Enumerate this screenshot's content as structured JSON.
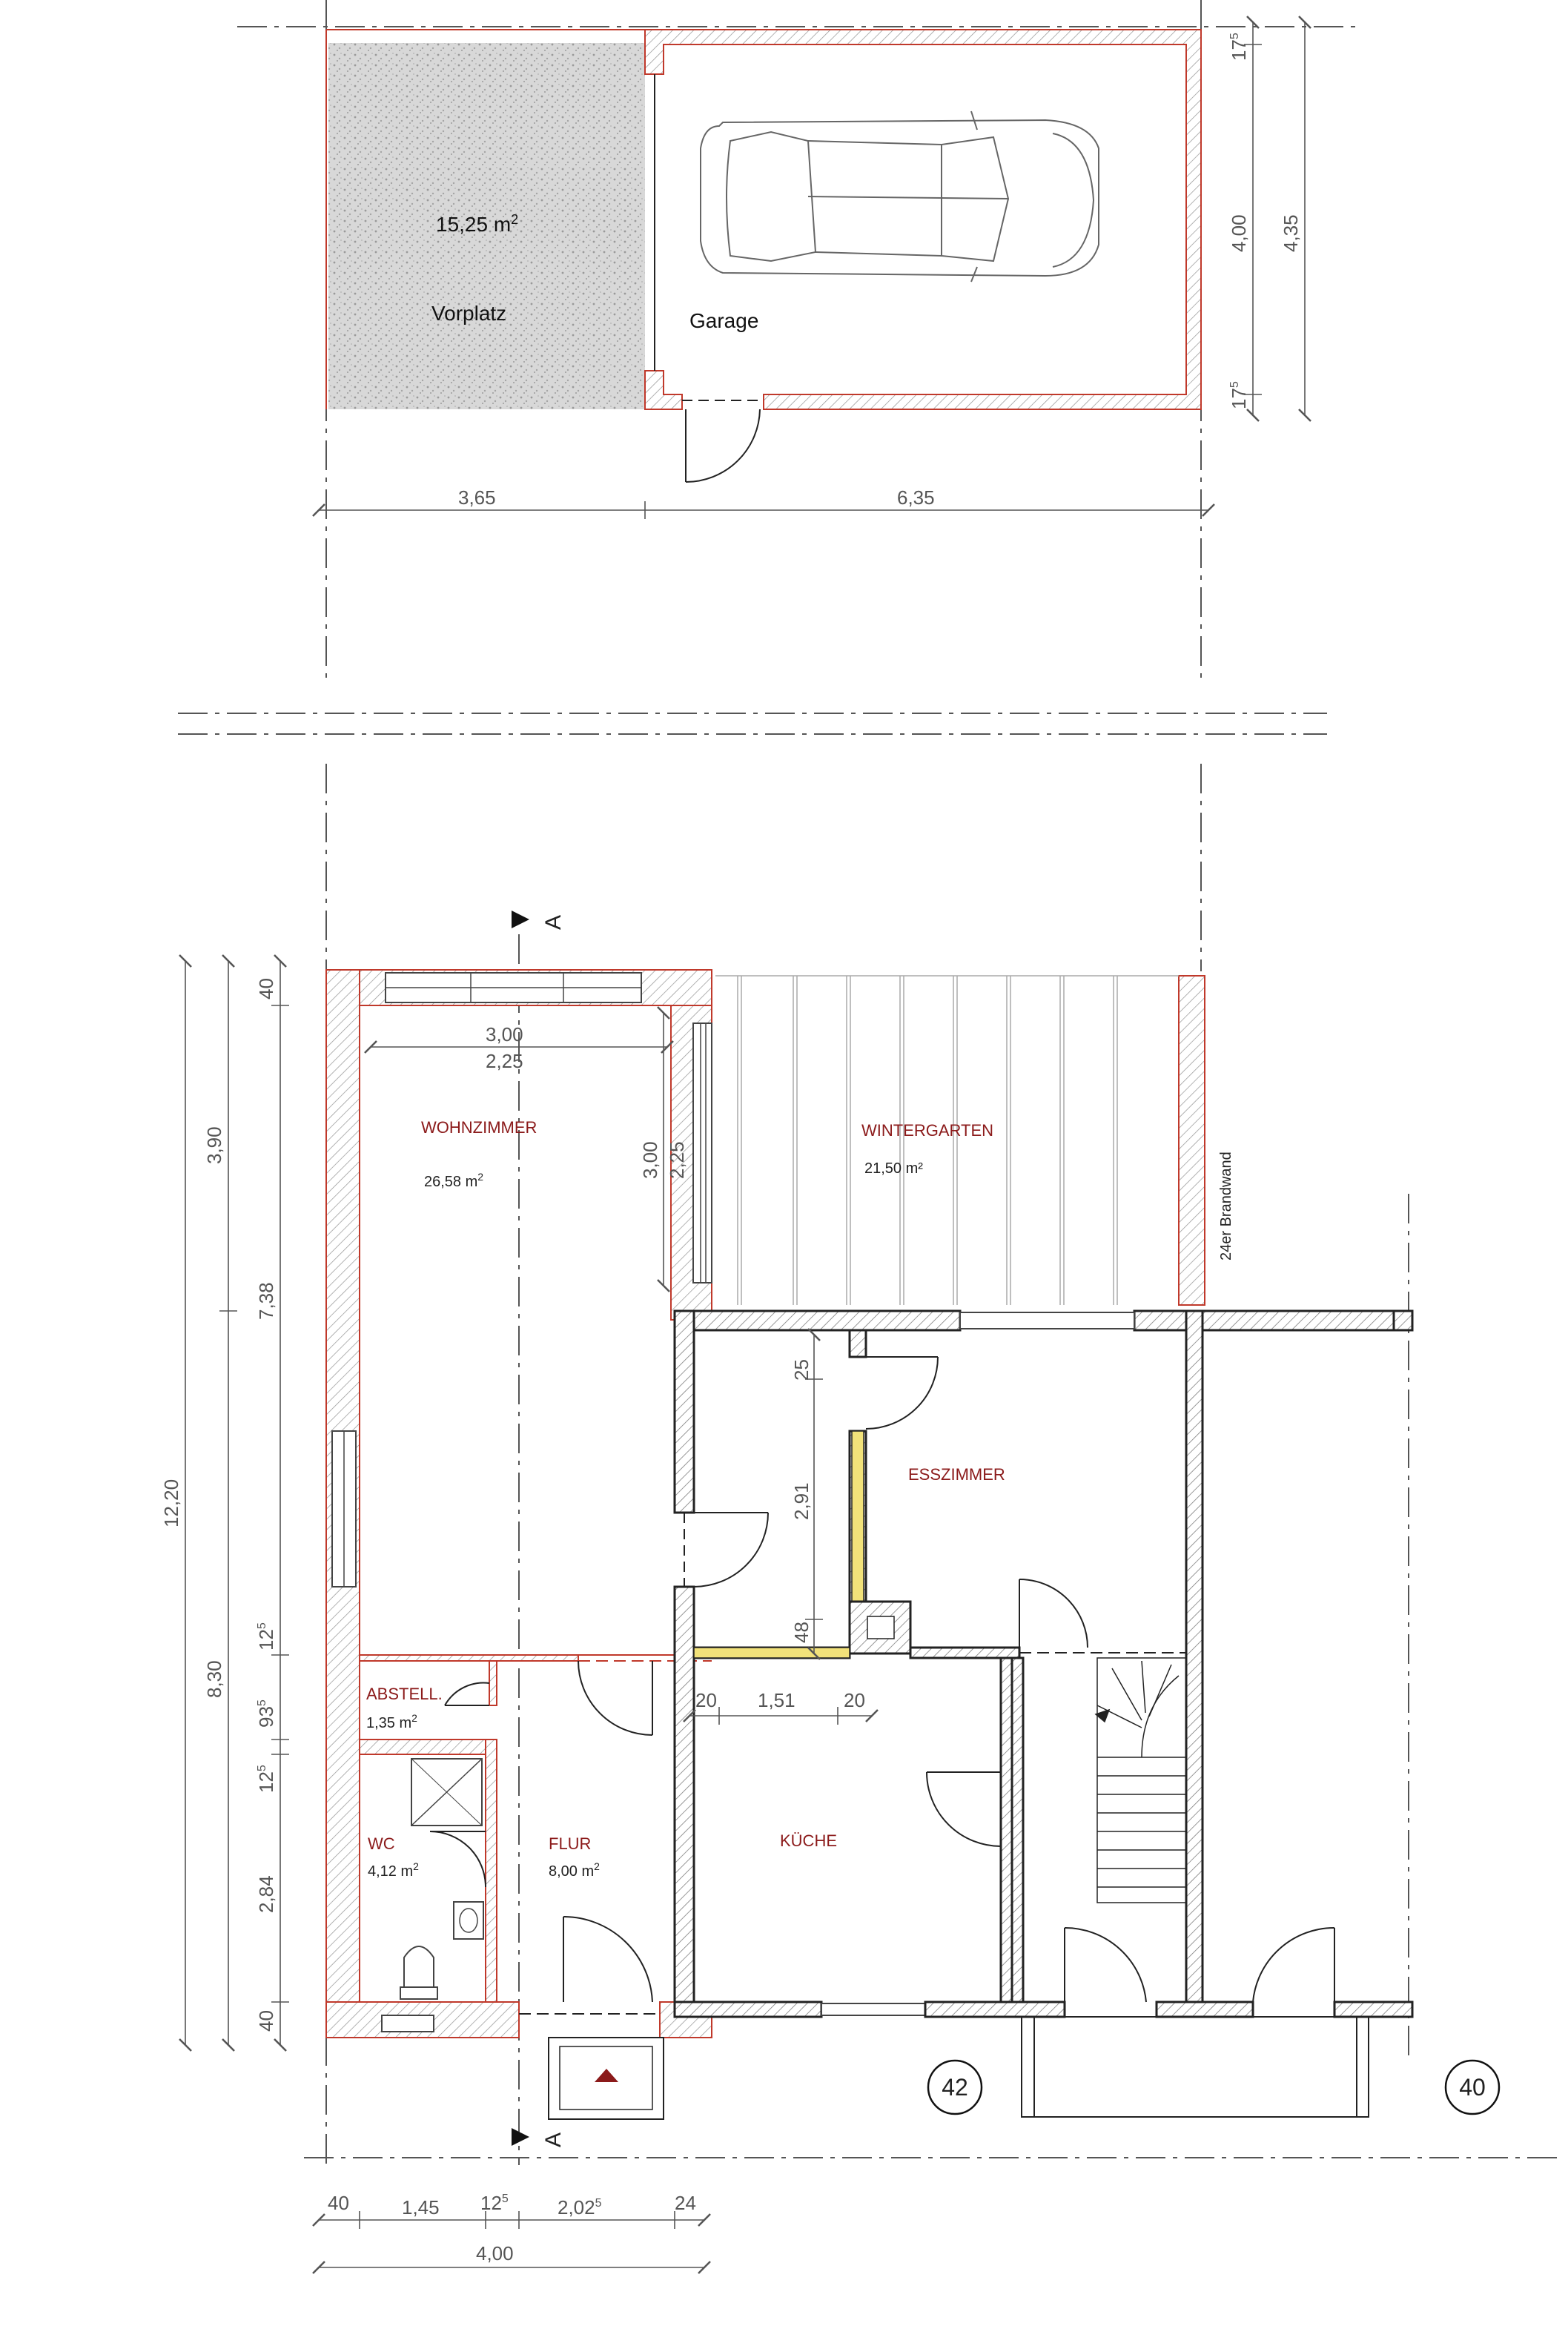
{
  "garage_plan": {
    "rooms": {
      "vorplatz": {
        "name": "Vorplatz",
        "area_value": "15,25 m",
        "area_sup": "2"
      },
      "garage": {
        "name": "Garage"
      }
    },
    "dims": {
      "width_left": "3,65",
      "width_right": "6,35",
      "v_top": "17",
      "v_top_sup": "5",
      "v_mid": "4,00",
      "v_bot": "17",
      "v_bot_sup": "5",
      "v_total": "4,35"
    }
  },
  "ground_floor": {
    "section_marker": "A",
    "rooms": {
      "wohnzimmer": {
        "name": "WOHNZIMMER",
        "area": "26,58 m",
        "sup": "2"
      },
      "wintergarten": {
        "name": "WINTERGARTEN",
        "area": "21,50 m²"
      },
      "esszimmer": {
        "name": "ESSZIMMER"
      },
      "kueche": {
        "name": "KÜCHE"
      },
      "abstell": {
        "name": "ABSTELL.",
        "area": "1,35 m",
        "sup": "2"
      },
      "wc": {
        "name": "WC",
        "area": "4,12 m",
        "sup": "2"
      },
      "flur": {
        "name": "FLUR",
        "area": "8,00 m",
        "sup": "2"
      }
    },
    "brandwand": "24er Brandwand",
    "house_numbers": [
      "42",
      "40"
    ],
    "dims": {
      "w_300": "3,00",
      "w_225": "2,25",
      "h_300": "3,00",
      "h_225": "2,25",
      "left_12_20": "12,20",
      "left_3_90": "3,90",
      "left_8_30": "8,30",
      "left_7_38": "7,38",
      "left_40_top": "40",
      "left_12_5": "12",
      "left_12_5_sup": "5",
      "left_93_5": "93",
      "left_93_5_sup": "5",
      "left_12_5b": "12",
      "left_12_5b_sup": "5",
      "left_2_84": "2,84",
      "left_40_bot": "40",
      "ess_25": "25",
      "ess_2_91": "2,91",
      "ess_48": "48",
      "k_20a": "20",
      "k_1_51": "1,51",
      "k_20b": "20",
      "b_40": "40",
      "b_1_45": "1,45",
      "b_12_5": "12",
      "b_12_5_sup": "5",
      "b_2_02_5": "2,02",
      "b_2_02_5_sup": "5",
      "b_24": "24",
      "b_4_00": "4,00"
    }
  }
}
